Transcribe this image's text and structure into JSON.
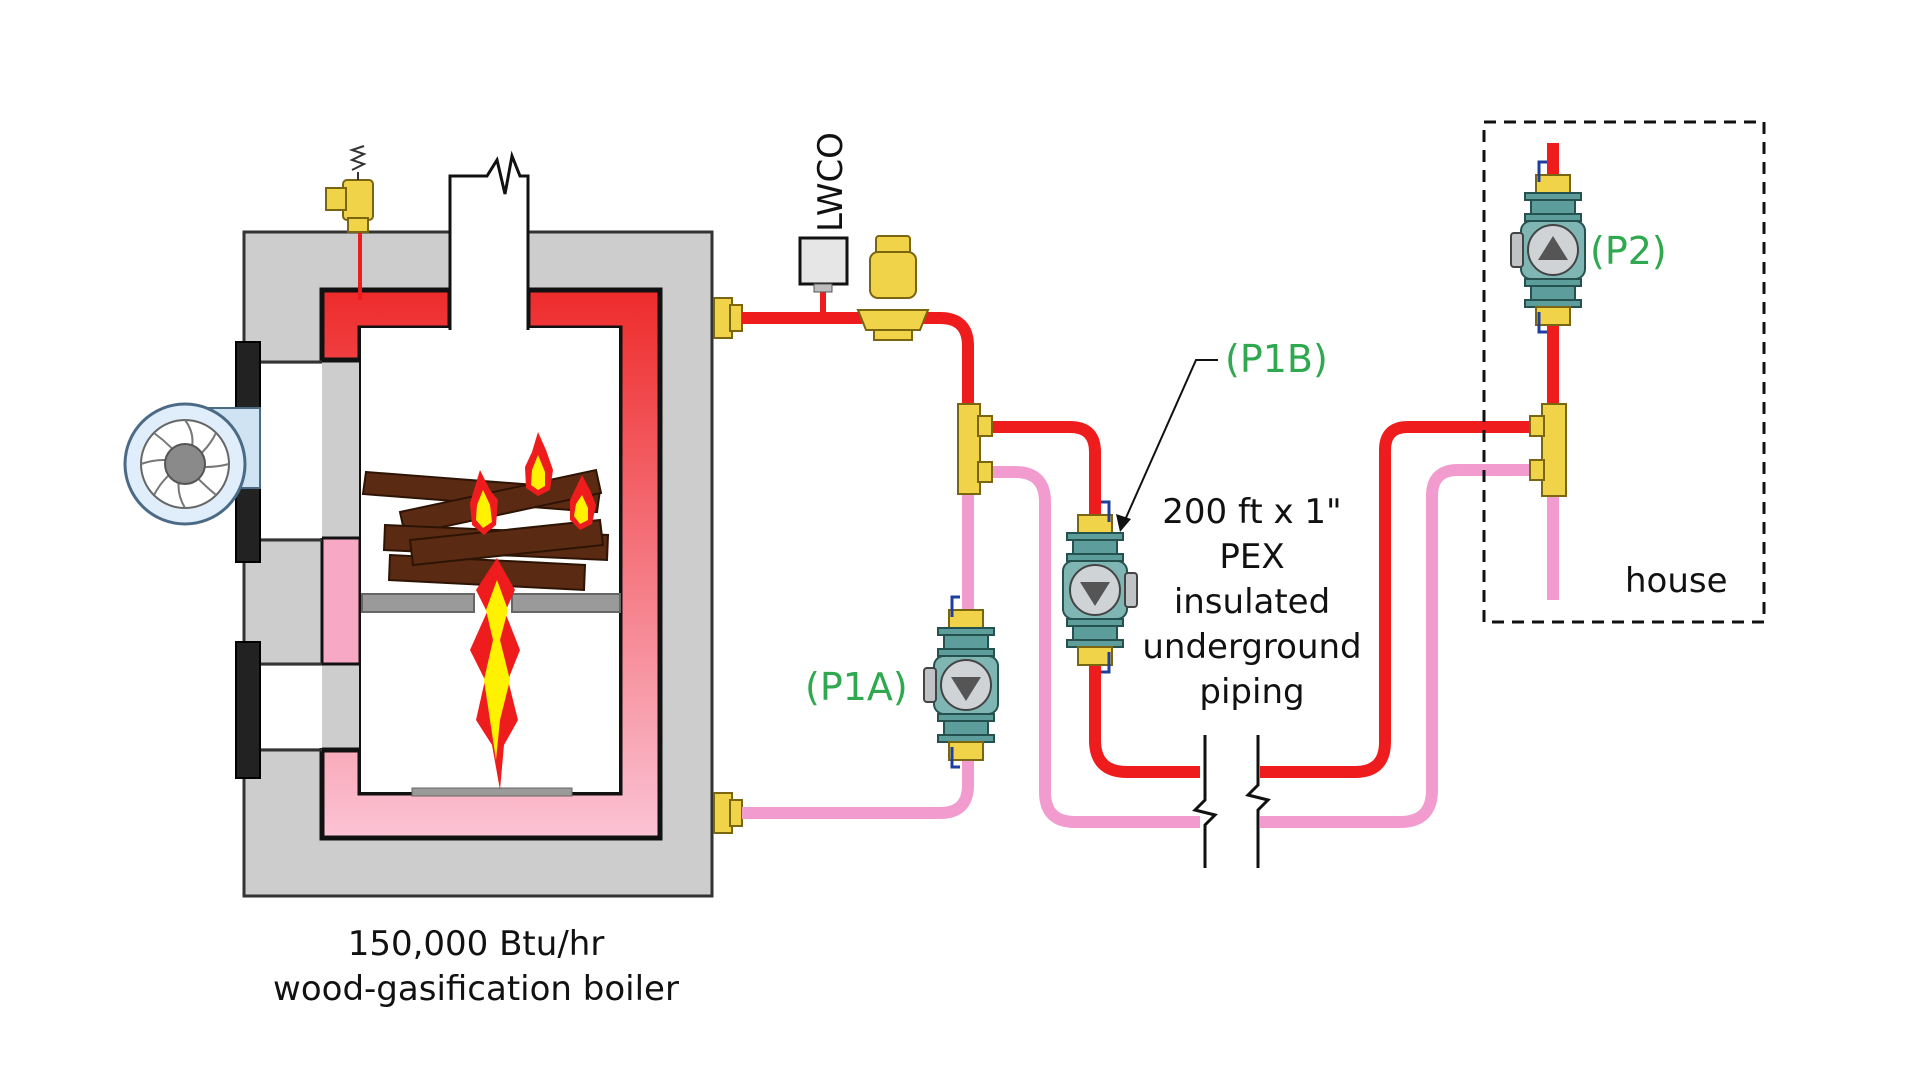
{
  "labels": {
    "lwco": "LWCO",
    "p1a": "(P1A)",
    "p1b": "(P1B)",
    "p2": "(P2)",
    "house": "house",
    "piping": [
      "200 ft x 1\"",
      "PEX",
      "insulated",
      "underground",
      "piping"
    ],
    "boiler": [
      "150,000 Btu/hr",
      "wood-gasification boiler"
    ]
  },
  "colors": {
    "supply": "#ee1c1c",
    "return": "#f29bcf",
    "callout": "#2fa84f",
    "boiler_shell": "#cdcdcd",
    "brass": "#f1d34a",
    "pump_body": "#5d9e9d"
  },
  "icons": {
    "blower": "blower-fan-icon",
    "relief_valve": "pressure-relief-valve-icon",
    "air_separator": "air-separator-icon",
    "lwco": "low-water-cutoff-icon",
    "pump": "circulator-pump-icon",
    "tee": "closely-spaced-tees-icon",
    "flame": "flame-icon",
    "break": "pipe-break-icon"
  }
}
